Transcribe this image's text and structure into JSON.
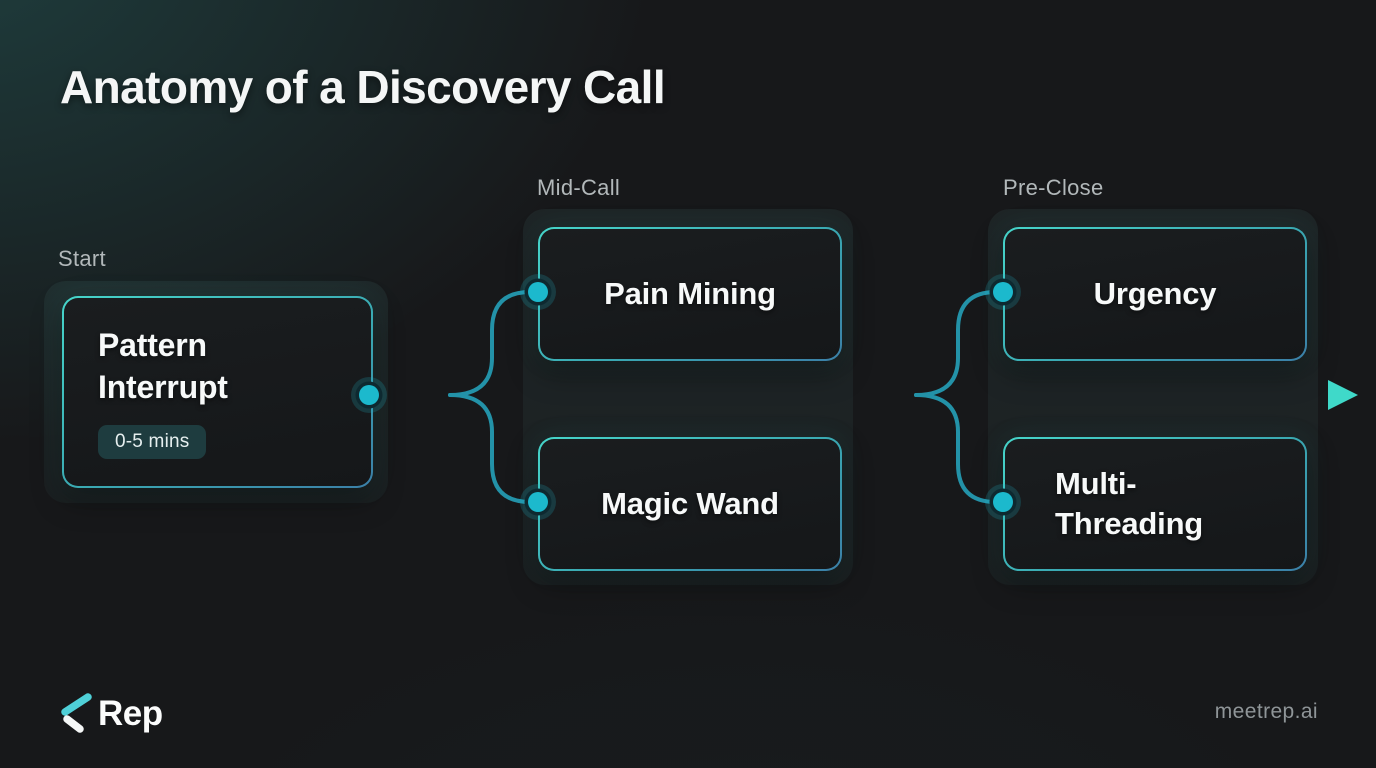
{
  "title": "Anatomy of a Discovery Call",
  "stages": [
    {
      "label": "Start",
      "nodes": [
        {
          "title": "Pattern Interrupt",
          "badge": "0-5 mins"
        }
      ]
    },
    {
      "label": "Mid-Call",
      "nodes": [
        {
          "title": "Pain Mining"
        },
        {
          "title": "Magic Wand"
        }
      ]
    },
    {
      "label": "Pre-Close",
      "nodes": [
        {
          "title": "Urgency"
        },
        {
          "title": "Multi-Threading"
        }
      ]
    }
  ],
  "footer": {
    "brand": "Rep",
    "site": "meetrep.ai"
  },
  "icons": {
    "brand_chevron": "left-chevron-icon",
    "timeline_arrow": "right-arrowhead"
  },
  "colors": {
    "accent": "#3BD0C2",
    "connector": "#2392A8",
    "dot": "#1CB9CD",
    "node_border_start": "#46D5CA",
    "node_border_end": "#3B7FA7",
    "node_fill": "#17191C",
    "badge_background": "#1E3C3F",
    "stage_label_text": "#B2B8BA",
    "node_text": "#F7F9F9",
    "background": "#17181A",
    "background_glow": "#1E3B3E"
  }
}
